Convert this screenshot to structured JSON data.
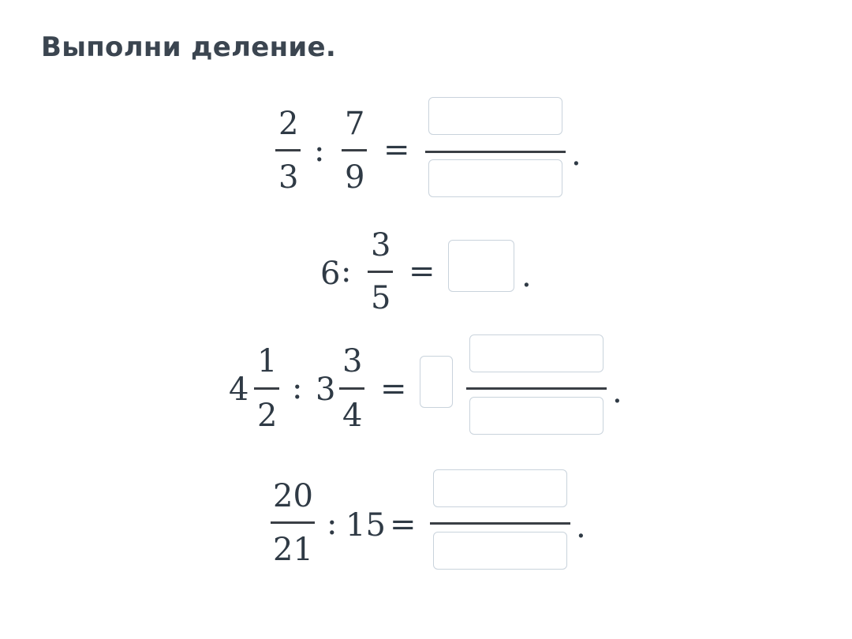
{
  "task": {
    "title": "Выполни деление."
  },
  "problems": [
    {
      "expression": {
        "n1": "2",
        "d1": "3",
        "op": ":",
        "n2": "7",
        "d2": "9",
        "eq": "="
      },
      "answer": {
        "numerator": "",
        "denominator": ""
      },
      "end": "."
    },
    {
      "expression": {
        "whole": "6",
        "op": ":",
        "n": "3",
        "d": "5",
        "eq": "="
      },
      "answer": {
        "value": ""
      },
      "end": "."
    },
    {
      "expression": {
        "w1": "4",
        "n1": "1",
        "d1": "2",
        "op": ":",
        "w2": "3",
        "n2": "3",
        "d2": "4",
        "eq": "="
      },
      "answer": {
        "whole": "",
        "numerator": "",
        "denominator": ""
      },
      "end": "."
    },
    {
      "expression": {
        "n": "20",
        "d": "21",
        "op": ":",
        "divisor": "15",
        "eq": "="
      },
      "answer": {
        "numerator": "",
        "denominator": ""
      },
      "end": "."
    }
  ]
}
